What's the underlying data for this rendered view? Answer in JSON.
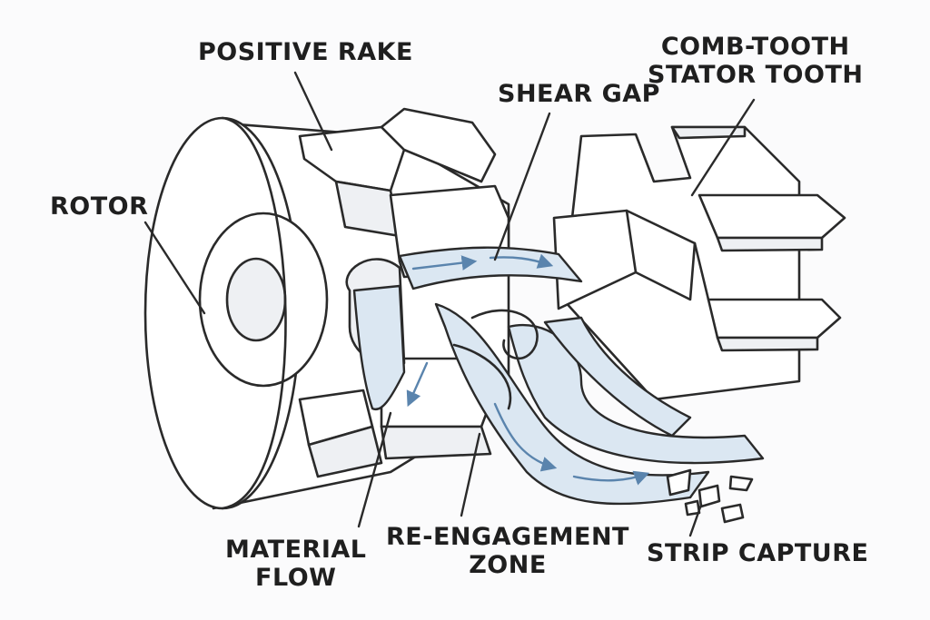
{
  "labels": {
    "positive_rake": "POSITIVE RAKE",
    "comb_tooth_line1": "COMB-TOOTH",
    "comb_tooth_line2": "STATOR TOOTH",
    "shear_gap": "SHEAR GAP",
    "rotor": "ROTOR",
    "material_flow_line1": "MATERIAL",
    "material_flow_line2": "FLOW",
    "re_engagement_line1": "RE-ENGAGEMENT",
    "re_engagement_line2": "ZONE",
    "strip_capture": "STRIP CAPTURE"
  },
  "colors": {
    "line": "#2a2a2a",
    "flow_fill": "#dbe7f2",
    "flow_arrow": "#5a84ad",
    "background": "#fbfbfc"
  }
}
